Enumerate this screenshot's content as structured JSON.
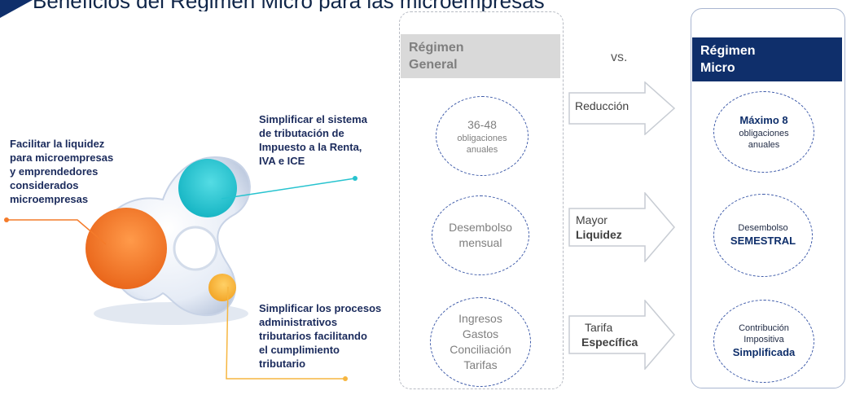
{
  "colors": {
    "navy": "#0f2f6b",
    "orange": "#f47b2a",
    "cyan": "#27c3cf",
    "yellow": "#f6b640",
    "gray_header": "#d9d9d9",
    "ellipse_border": "#3c59a8"
  },
  "header": {
    "title": "Beneficios del Régimen Micro para las microempresas"
  },
  "objectives": {
    "liquidity": "Facilitar la liquidez\npara microempresas\ny emprendedores\nconsiderados\nmicroempresas",
    "simplify_system": "Simplificar el sistema\nde tributación de\nImpuesto a la Renta,\nIVA e ICE",
    "simplify_processes": "Simplificar los procesos\nadministrativos\ntributarios facilitando\nel cumplimiento\ntributario"
  },
  "comparison": {
    "vs_label": "vs.",
    "general": {
      "heading": "Régimen\nGeneral",
      "items": [
        {
          "line1": "36-48",
          "line2": "obligaciones",
          "line3": "anuales"
        },
        {
          "line1": "Desembolso",
          "line2": "mensual"
        },
        {
          "line1": "Ingresos",
          "line2": "Gastos",
          "line3": "Conciliación",
          "line4": "Tarifas"
        }
      ]
    },
    "arrows": [
      {
        "line1": "Reducción",
        "line2": ""
      },
      {
        "line1": "Mayor",
        "line2": "Liquidez"
      },
      {
        "line1": "Tarifa",
        "line2": "Específica"
      }
    ],
    "micro": {
      "heading": "Régimen\nMicro",
      "items": [
        {
          "line1": "Máximo 8",
          "line2": "obligaciones",
          "line3": "anuales"
        },
        {
          "line1": "Desembolso",
          "line2": "SEMESTRAL"
        },
        {
          "line1": "Contribución",
          "line2": "Impositiva",
          "line3": "Simplificada"
        }
      ]
    }
  }
}
